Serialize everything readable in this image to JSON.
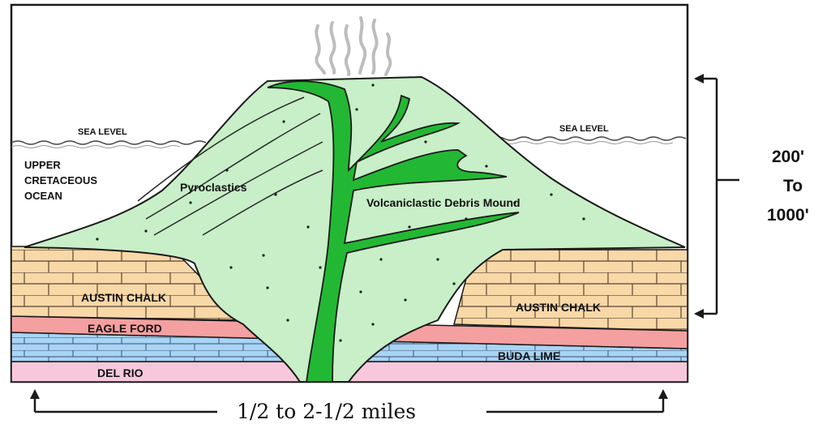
{
  "labels": {
    "sea_level_left": "SEA LEVEL",
    "sea_level_right": "SEA LEVEL",
    "ocean_line1": "UPPER",
    "ocean_line2": "CRETACEOUS",
    "ocean_line3": "OCEAN",
    "pyroclastics": "Pyroclastics",
    "debris_mound": "Volcaniclastic Debris Mound",
    "austin_chalk_left": "AUSTIN CHALK",
    "austin_chalk_right": "AUSTIN CHALK",
    "eagle_ford": "EAGLE FORD",
    "buda_lime": "BUDA LIME",
    "del_rio": "DEL RIO",
    "height_line1": "200'",
    "height_line2": "To",
    "height_line3": "1000'",
    "width": "1/2 to 2-1/2 miles"
  },
  "colors": {
    "mound": "#c8efc8",
    "conduit": "#22b833",
    "austin_chalk": "#f9d8a8",
    "eagle_ford": "#f5a0a0",
    "buda_lime": "#a8d4f5",
    "del_rio": "#f7c8dc",
    "outline": "#1a1a1a",
    "steam": "#bdbdbd"
  }
}
